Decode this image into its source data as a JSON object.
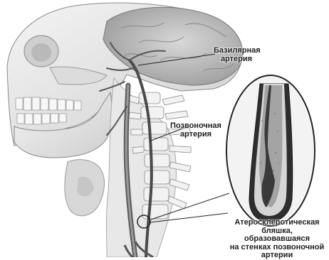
{
  "labels": {
    "basilar_artery": "Базилярная\nартерия",
    "vertebral_artery": "Позвоночная\nартерия",
    "plaque": "Атеросклеротическая\nбляшка, образовавшаяся\nна стенках позвоночной\nартерии"
  },
  "colors": {
    "line": "#3a3a3a",
    "bone": "#e4e4e4",
    "brain": "#bdbdbd",
    "artery": "#6a6a6a",
    "vessel_wall": "#2b2b2b",
    "plaque": "#9a9a9a"
  }
}
